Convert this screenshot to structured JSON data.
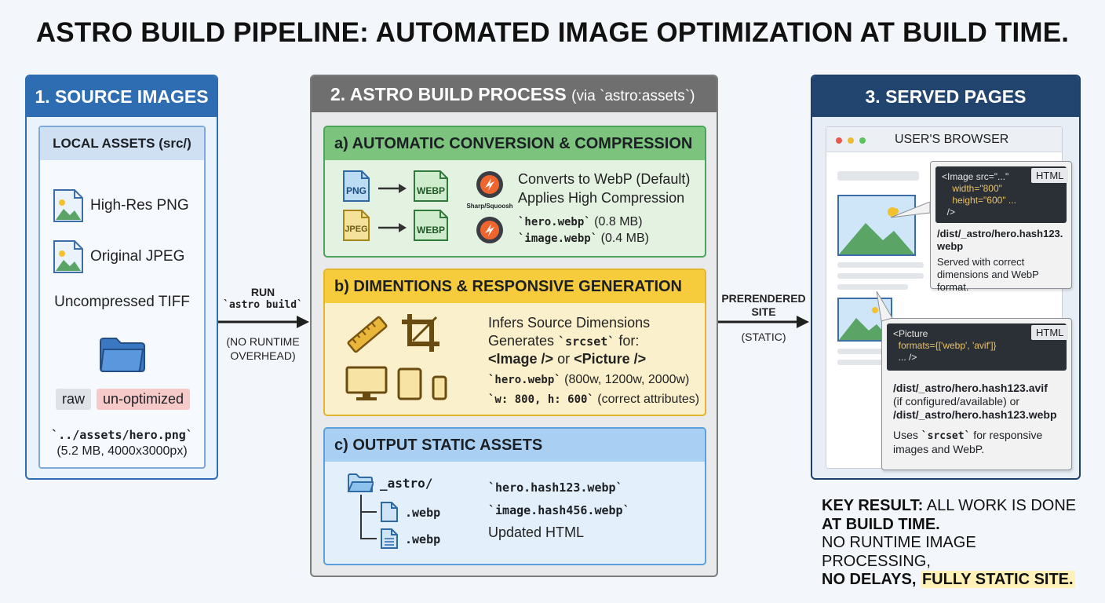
{
  "title": "ASTRO BUILD PIPELINE: AUTOMATED IMAGE OPTIMIZATION AT BUILD TIME.",
  "panel1": {
    "header": "1. SOURCE IMAGES",
    "inner_header": "LOCAL ASSETS (src/)",
    "items": [
      "High-Res PNG",
      "Original JPEG",
      "Uncompressed TIFF"
    ],
    "badges": [
      "raw",
      "un-optimized"
    ],
    "path": "`../assets/hero.png`",
    "meta": "(5.2 MB, 4000x3000px)"
  },
  "arrow1": {
    "line1": "RUN",
    "line2": "`astro build`",
    "note1": "(NO RUNTIME",
    "note2": "OVERHEAD)"
  },
  "panel2": {
    "header": "2. ASTRO BUILD PROCESS",
    "header_via": "(via `astro:assets`)",
    "secA": {
      "header": "a) AUTOMATIC CONVERSION & COMPRESSION",
      "from1": "PNG",
      "to1": "WEBP",
      "from2": "JPEG",
      "to2": "WEBP",
      "tool": "Sharp/Squoosh",
      "line1": "Converts to WebP (Default)",
      "line2": "Applies High Compression",
      "file1": "`hero.webp`",
      "file1_size": "(0.8 MB)",
      "file2": "`image.webp`",
      "file2_size": "(0.4 MB)"
    },
    "secB": {
      "header": "b) DIMENTIONS & RESPONSIVE GENERATION",
      "line1": "Infers Source Dimensions",
      "line2_a": "Generates ",
      "line2_b": "`srcset`",
      "line2_c": " for:",
      "line3_a": "<Image />",
      "line3_b": " or ",
      "line3_c": "<Picture />",
      "line4_a": "`hero.webp`",
      "line4_b": " (800w, 1200w, 2000w)",
      "line5_a": "`w: 800, h: 600`",
      "line5_b": " (correct attributes)"
    },
    "secC": {
      "header": "c) OUTPUT STATIC ASSETS",
      "folder": "_astro/",
      "file1": ".webp",
      "file2": ".webp",
      "out1": "`hero.hash123.webp`",
      "out2": "`image.hash456.webp`",
      "out3": "Updated HTML"
    }
  },
  "arrow2": {
    "line1": "PRERENDERED",
    "line2": "SITE",
    "note": "(STATIC)"
  },
  "panel3": {
    "header": "3. SERVED PAGES",
    "browser_title": "USER'S BROWSER",
    "tag": "HTML",
    "code1": [
      "<Image src=\"...\"",
      "    width=\"800\"",
      "    height=\"600\" ...",
      "  />"
    ],
    "c1_path1": "/dist/_astro/hero.hash123.",
    "c1_path2": "webp",
    "c1_desc1": "Served with correct",
    "c1_desc2": "dimensions and WebP format.",
    "code2": [
      "<Picture",
      "  formats={['webp', 'avif']}",
      "  ... />"
    ],
    "c2_path1": "/dist/_astro/hero.hash123.avif",
    "c2_mid": "(if configured/available) or",
    "c2_path2": "/dist/_astro/hero.hash123.webp",
    "c2_desc1_a": "Uses ",
    "c2_desc1_b": "`srcset`",
    "c2_desc1_c": " for responsive",
    "c2_desc2": "images and WebP."
  },
  "key_result": {
    "label": "KEY RESULT:",
    "l1": " ALL WORK IS DONE",
    "l2": "AT BUILD TIME.",
    "l3": "NO RUNTIME IMAGE PROCESSING,",
    "l4_a": "NO DELAYS,",
    "l4_b": "FULLY STATIC SITE."
  },
  "colors": {
    "panel1": "#2f6db3",
    "panel2": "#6f6f6f",
    "panel3": "#22456f",
    "green": "#7cc47d",
    "yellow": "#f6cb3c",
    "blue": "#a9d0f2"
  }
}
